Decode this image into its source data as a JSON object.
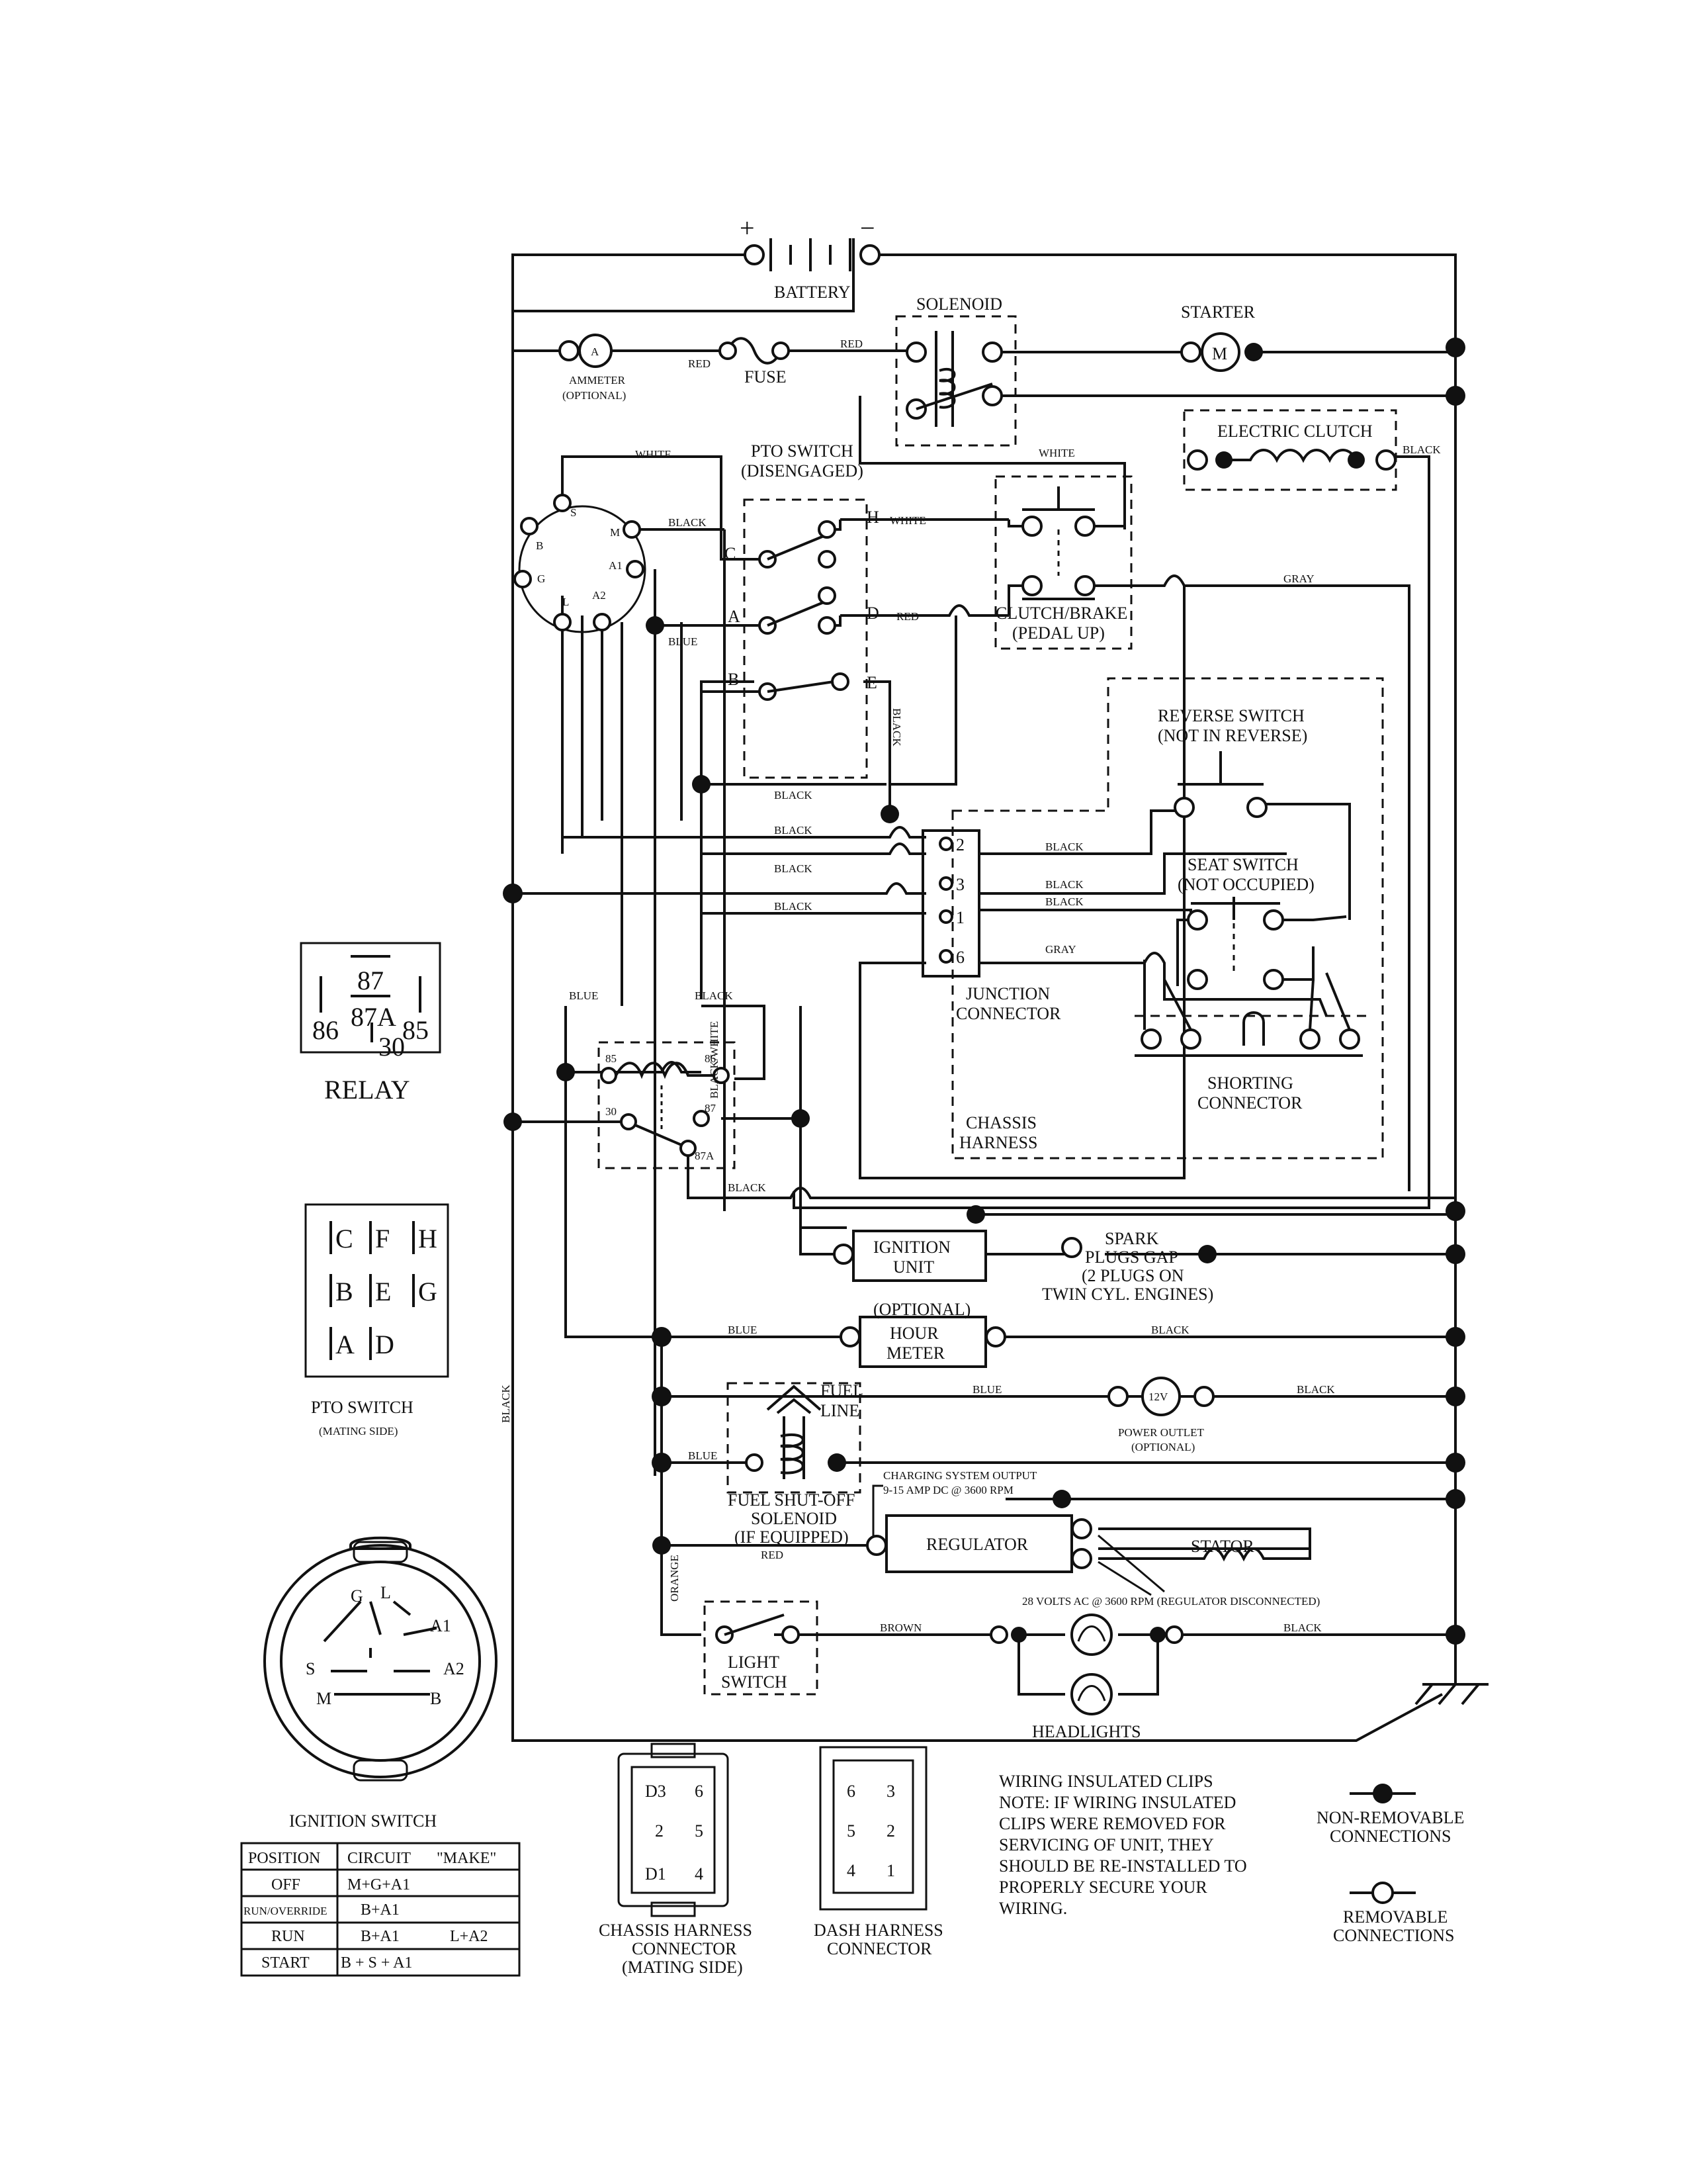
{
  "labels": {
    "battery": "BATTERY",
    "plus": "+",
    "minus": "−",
    "solenoid": "SOLENOID",
    "starter": "STARTER",
    "starter_m": "M",
    "ammeter": "AMMETER",
    "ammeter_opt": "(OPTIONAL)",
    "ammeter_a": "A",
    "fuse": "FUSE",
    "electric_clutch": "ELECTRIC CLUTCH",
    "pto_switch": "PTO SWITCH",
    "pto_disengaged": "(DISENGAGED)",
    "clutch_brake": "CLUTCH/BRAKE",
    "pedal_up": "(PEDAL UP)",
    "reverse_switch": "REVERSE SWITCH",
    "not_in_reverse": "(NOT IN REVERSE)",
    "seat_switch": "SEAT SWITCH",
    "not_occupied": "(NOT OCCUPIED)",
    "junction": "JUNCTION",
    "connector": "CONNECTOR",
    "shorting": "SHORTING",
    "shorting_connector": "CONNECTOR",
    "chassis": "CHASSIS",
    "harness": "HARNESS",
    "ignition": "IGNITION",
    "unit": "UNIT",
    "spark1": "SPARK",
    "spark2": "PLUGS GAP",
    "spark3": "(2 PLUGS ON",
    "spark4": "TWIN CYL. ENGINES)",
    "optional": "(OPTIONAL)",
    "hour": "HOUR",
    "meter": "METER",
    "fuel": "FUEL",
    "line": "LINE",
    "twelve_v": "12V",
    "power_outlet": "POWER OUTLET",
    "power_outlet_opt": "(OPTIONAL)",
    "fuel_shutoff": "FUEL SHUT-OFF",
    "fs_solenoid": "SOLENOID",
    "if_equipped": "(IF EQUIPPED)",
    "charging_output": "CHARGING SYSTEM OUTPUT",
    "charging_amp": "9-15 AMP DC @ 3600 RPM",
    "regulator": "REGULATOR",
    "stator": "STATOR",
    "volts_ac": "28 VOLTS AC @ 3600 RPM (REGULATOR DISCONNECTED)",
    "light": "LIGHT",
    "switch": "SWITCH",
    "headlights": "HEADLIGHTS",
    "relay_87": "87",
    "relay_87a": "87A",
    "relay_86": "86",
    "relay_85": "85",
    "relay_30": "30",
    "relay_title": "RELAY",
    "pto_mating_title": "PTO SWITCH",
    "pto_mating_sub": "(MATING SIDE)",
    "ignition_switch": "IGNITION SWITCH",
    "chassis_conn1": "CHASSIS HARNESS",
    "chassis_conn2": "CONNECTOR",
    "chassis_conn3": "(MATING SIDE)",
    "dash_conn1": "DASH HARNESS",
    "dash_conn2": "CONNECTOR",
    "note1": "WIRING INSULATED CLIPS",
    "note2": "NOTE: IF WIRING INSULATED",
    "note3": "CLIPS WERE REMOVED FOR",
    "note4": "SERVICING OF UNIT, THEY",
    "note5": "SHOULD BE RE-INSTALLED TO",
    "note6": "PROPERLY SECURE YOUR",
    "note7": "WIRING.",
    "nonrem1": "NON-REMOVABLE",
    "nonrem2": "CONNECTIONS",
    "rem1": "REMOVABLE",
    "rem2": "CONNECTIONS"
  },
  "wires": {
    "red": "RED",
    "black": "BLACK",
    "white": "WHITE",
    "blue": "BLUE",
    "gray": "GRAY",
    "brown": "BROWN",
    "orange": "ORANGE",
    "black_white": "BLACK/WHITE"
  },
  "terminals": {
    "ign": [
      "B",
      "S",
      "M",
      "A1",
      "A2",
      "L",
      "G"
    ],
    "pto": [
      "C",
      "H",
      "A",
      "D",
      "B",
      "E"
    ],
    "junction": [
      "2",
      "3",
      "1",
      "6"
    ],
    "relay": [
      "85",
      "86",
      "30",
      "87",
      "87A"
    ]
  },
  "pto_mating": [
    "C",
    "F",
    "H",
    "B",
    "E",
    "G",
    "A",
    "D"
  ],
  "ign_face": [
    "G",
    "L",
    "A1",
    "S",
    "A2",
    "M",
    "B"
  ],
  "chassis_pins": [
    "D3",
    "6",
    "2",
    "5",
    "D1",
    "4"
  ],
  "dash_pins": [
    "6",
    "3",
    "5",
    "2",
    "4",
    "1"
  ],
  "ign_table": {
    "headers": [
      "POSITION",
      "CIRCUIT",
      "\"MAKE\""
    ],
    "rows": [
      {
        "position": "OFF",
        "circuit": "M+G+A1",
        "circuit2": ""
      },
      {
        "position": "RUN/OVERRIDE",
        "circuit": "B+A1",
        "circuit2": ""
      },
      {
        "position": "RUN",
        "circuit": "B+A1",
        "circuit2": "L+A2"
      },
      {
        "position": "START",
        "circuit": "B + S + A1",
        "circuit2": ""
      }
    ]
  }
}
